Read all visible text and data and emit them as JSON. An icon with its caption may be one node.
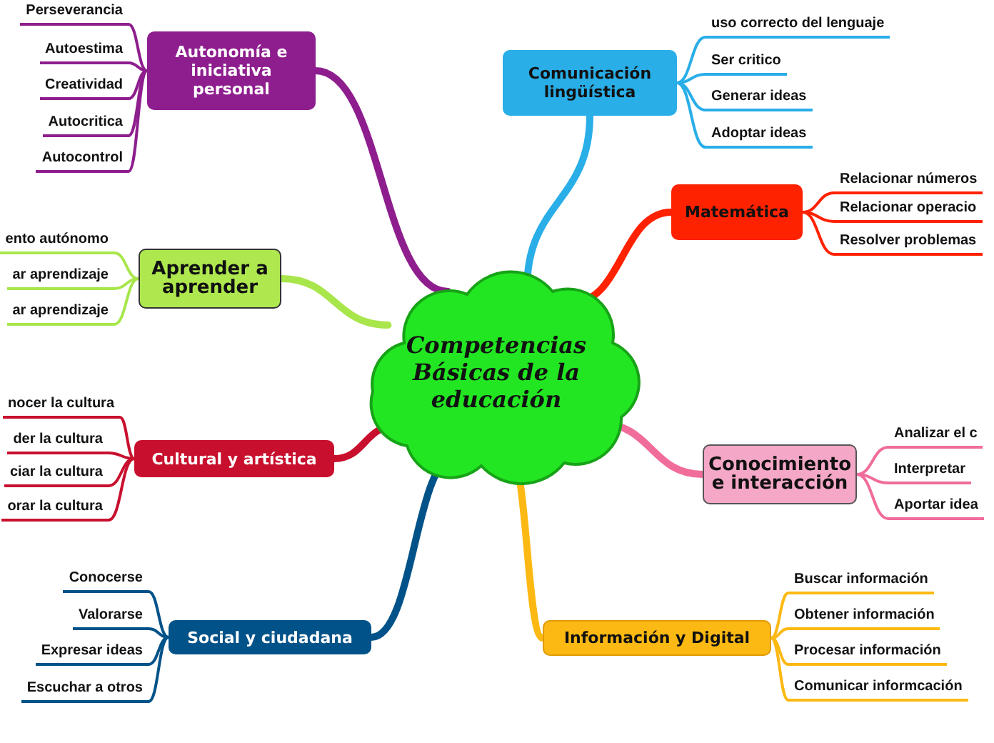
{
  "diagram": {
    "nodes": [
      {
        "text": [
          "Competencias Básicas de la educación"
        ]
      },
      {
        "text": [
          "Autonomía e iniciativa personal"
        ]
      },
      {
        "text": [
          "Perseverancia"
        ]
      },
      {
        "text": [
          "Autoestima"
        ]
      },
      {
        "text": [
          "Creatividad"
        ]
      },
      {
        "text": [
          "Autocritica"
        ]
      },
      {
        "text": [
          "Autocontrol"
        ]
      },
      {
        "text": [
          "Aprender a aprender"
        ]
      },
      {
        "text": [
          "ento autónomo"
        ]
      },
      {
        "text": [
          "ar aprendizaje"
        ]
      },
      {
        "text": [
          "ar aprendizaje"
        ]
      },
      {
        "text": [
          "Cultural y artística"
        ]
      },
      {
        "text": [
          "nocer la cultura"
        ]
      },
      {
        "text": [
          "der la cultura"
        ]
      },
      {
        "text": [
          "ciar la cultura"
        ]
      },
      {
        "text": [
          "orar la cultura"
        ]
      },
      {
        "text": [
          "Social y ciudadana"
        ]
      },
      {
        "text": [
          "Conocerse"
        ]
      },
      {
        "text": [
          "Valorarse"
        ]
      },
      {
        "text": [
          "Expresar ideas"
        ]
      },
      {
        "text": [
          "Escuchar a otros"
        ]
      },
      {
        "text": [
          "Comunicación lingüística"
        ]
      },
      {
        "text": [
          "uso correcto del lenguaje"
        ]
      },
      {
        "text": [
          "Ser critico"
        ]
      },
      {
        "text": [
          "Generar ideas"
        ]
      },
      {
        "text": [
          "Adoptar ideas"
        ]
      },
      {
        "text": [
          "Matemática"
        ]
      },
      {
        "text": [
          "Relacionar números"
        ]
      },
      {
        "text": [
          "Relacionar operacio"
        ]
      },
      {
        "text": [
          "Resolver problemas"
        ]
      },
      {
        "text": [
          "Conocimiento e interacción"
        ]
      },
      {
        "text": [
          "Analizar el c"
        ]
      },
      {
        "text": [
          "Interpretar"
        ]
      },
      {
        "text": [
          "Aportar idea"
        ]
      },
      {
        "text": [
          "Información y Digital"
        ]
      },
      {
        "text": [
          "Buscar información"
        ]
      },
      {
        "text": [
          "Obtener información"
        ]
      },
      {
        "text": [
          "Procesar información"
        ]
      },
      {
        "text": [
          "Comunicar informcación"
        ]
      }
    ],
    "edges": [
      {
        "from": 0,
        "to": 1,
        "arrow": "none",
        "style": "thick",
        "color": "#8e1e8e"
      },
      {
        "from": 1,
        "to": 2,
        "arrow": "none",
        "color": "#8e1e8e"
      },
      {
        "from": 1,
        "to": 3,
        "arrow": "none",
        "color": "#8e1e8e"
      },
      {
        "from": 1,
        "to": 4,
        "arrow": "none",
        "color": "#8e1e8e"
      },
      {
        "from": 1,
        "to": 5,
        "arrow": "none",
        "color": "#8e1e8e"
      },
      {
        "from": 1,
        "to": 6,
        "arrow": "none",
        "color": "#8e1e8e"
      },
      {
        "from": 0,
        "to": 7,
        "arrow": "none",
        "style": "thick",
        "color": "#a8e64b"
      },
      {
        "from": 7,
        "to": 8,
        "arrow": "none",
        "color": "#a8e64b"
      },
      {
        "from": 7,
        "to": 9,
        "arrow": "none",
        "color": "#a8e64b"
      },
      {
        "from": 7,
        "to": 10,
        "arrow": "none",
        "color": "#a8e64b"
      },
      {
        "from": 0,
        "to": 11,
        "arrow": "none",
        "style": "thick",
        "color": "#c8102e"
      },
      {
        "from": 11,
        "to": 12,
        "arrow": "none",
        "color": "#c8102e"
      },
      {
        "from": 11,
        "to": 13,
        "arrow": "none",
        "color": "#c8102e"
      },
      {
        "from": 11,
        "to": 14,
        "arrow": "none",
        "color": "#c8102e"
      },
      {
        "from": 11,
        "to": 15,
        "arrow": "none",
        "color": "#c8102e"
      },
      {
        "from": 0,
        "to": 16,
        "arrow": "none",
        "style": "thick",
        "color": "#005288"
      },
      {
        "from": 16,
        "to": 17,
        "arrow": "none",
        "color": "#005288"
      },
      {
        "from": 16,
        "to": 18,
        "arrow": "none",
        "color": "#005288"
      },
      {
        "from": 16,
        "to": 19,
        "arrow": "none",
        "color": "#005288"
      },
      {
        "from": 16,
        "to": 20,
        "arrow": "none",
        "color": "#005288"
      },
      {
        "from": 0,
        "to": 21,
        "arrow": "none",
        "style": "thick",
        "color": "#29aee8"
      },
      {
        "from": 21,
        "to": 22,
        "arrow": "none",
        "color": "#29aee8"
      },
      {
        "from": 21,
        "to": 23,
        "arrow": "none",
        "color": "#29aee8"
      },
      {
        "from": 21,
        "to": 24,
        "arrow": "none",
        "color": "#29aee8"
      },
      {
        "from": 21,
        "to": 25,
        "arrow": "none",
        "color": "#29aee8"
      },
      {
        "from": 0,
        "to": 26,
        "arrow": "none",
        "style": "thick",
        "color": "#ff2200"
      },
      {
        "from": 26,
        "to": 27,
        "arrow": "none",
        "color": "#ff2200"
      },
      {
        "from": 26,
        "to": 28,
        "arrow": "none",
        "color": "#ff2200"
      },
      {
        "from": 26,
        "to": 29,
        "arrow": "none",
        "color": "#ff2200"
      },
      {
        "from": 0,
        "to": 30,
        "arrow": "none",
        "style": "thick",
        "color": "#f06c9b"
      },
      {
        "from": 30,
        "to": 31,
        "arrow": "none",
        "color": "#f06c9b"
      },
      {
        "from": 30,
        "to": 32,
        "arrow": "none",
        "color": "#f06c9b"
      },
      {
        "from": 30,
        "to": 33,
        "arrow": "none",
        "color": "#f06c9b"
      },
      {
        "from": 0,
        "to": 34,
        "arrow": "none",
        "style": "thick",
        "color": "#fdb913"
      },
      {
        "from": 34,
        "to": 35,
        "arrow": "none",
        "color": "#fdb913"
      },
      {
        "from": 34,
        "to": 36,
        "arrow": "none",
        "color": "#fdb913"
      },
      {
        "from": 34,
        "to": 37,
        "arrow": "none",
        "color": "#fdb913"
      },
      {
        "from": 34,
        "to": 38,
        "arrow": "none",
        "color": "#fdb913"
      }
    ]
  }
}
